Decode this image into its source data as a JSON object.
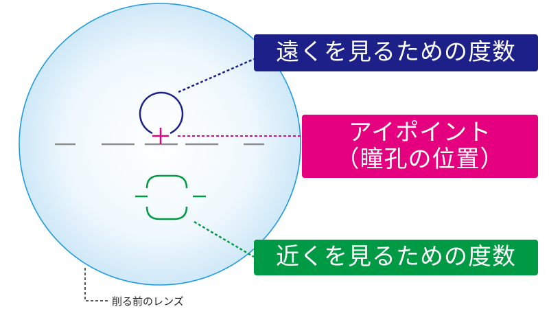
{
  "labels": {
    "far": "遠くを見るための度数",
    "eyepoint_line1": "アイポイント",
    "eyepoint_line2": "（瞳孔の位置）",
    "near": "近くを見るための度数",
    "lens": "削る前のレンズ"
  },
  "colors": {
    "far": "#1d2088",
    "eyepoint": "#e4007f",
    "near": "#009a44",
    "lens_edge": "#1e9be0",
    "guide": "#8c8c8c"
  }
}
